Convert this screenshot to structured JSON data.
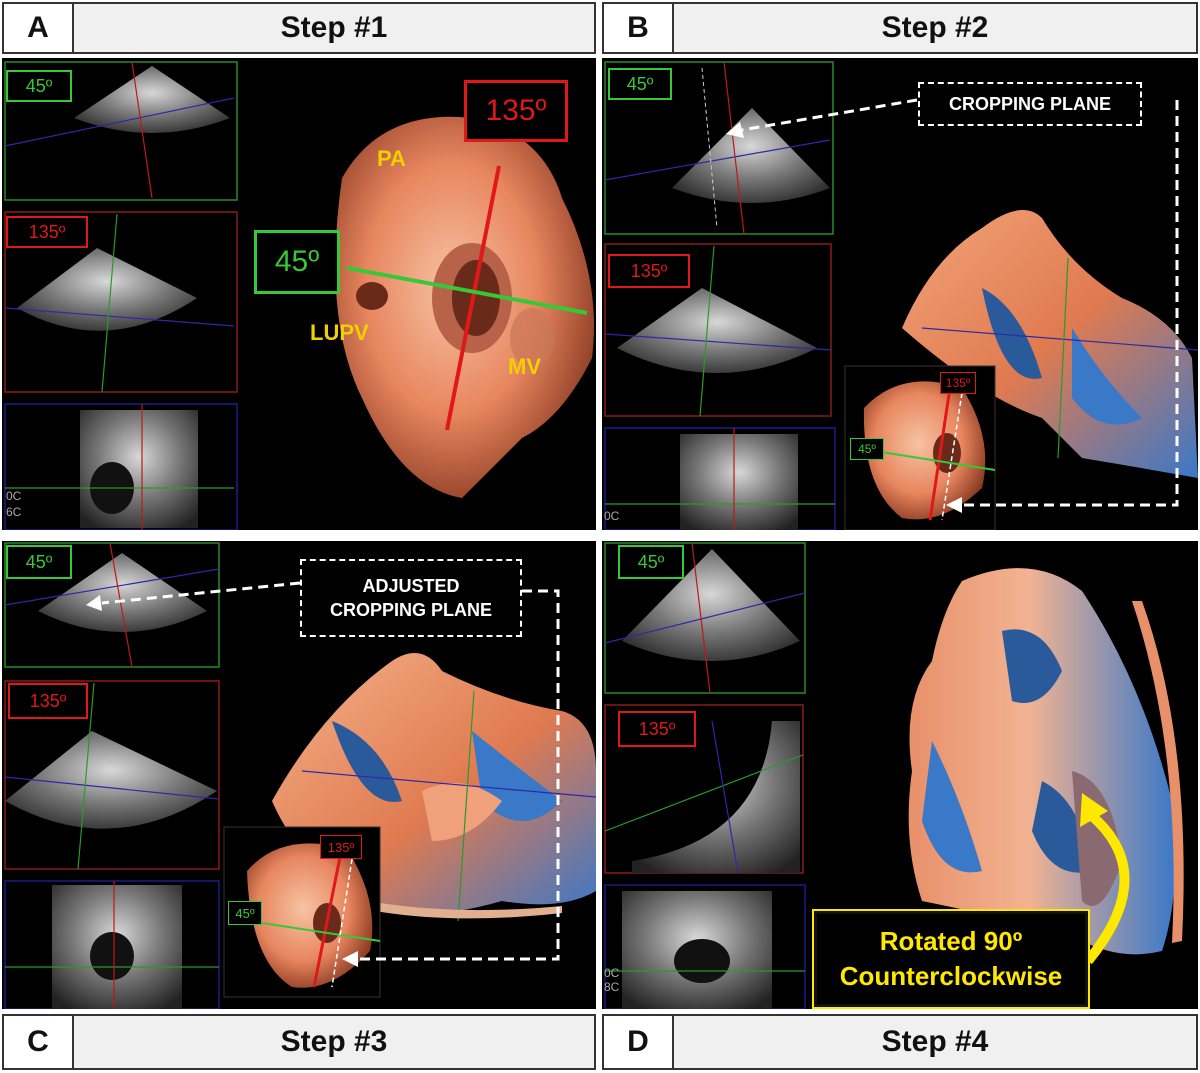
{
  "panels": {
    "a": {
      "letter": "A",
      "title": "Step #1"
    },
    "b": {
      "letter": "B",
      "title": "Step #2"
    },
    "c": {
      "letter": "C",
      "title": "Step #3"
    },
    "d": {
      "letter": "D",
      "title": "Step #4"
    }
  },
  "angles": {
    "green": "45º",
    "red": "135º"
  },
  "anatomy": {
    "pa": "PA",
    "lupv": "LUPV",
    "mv": "MV"
  },
  "annotations": {
    "cropping_plane": "CROPPING PLANE",
    "adjusted_line1": "ADJUSTED",
    "adjusted_line2": "CROPPING PLANE",
    "rotated_line1": "Rotated 90º",
    "rotated_line2": "Counterclockwise"
  },
  "colors": {
    "green": "#37c837",
    "red": "#e01818",
    "yellow": "#ffe800",
    "blue_line": "#2a2aa8"
  }
}
